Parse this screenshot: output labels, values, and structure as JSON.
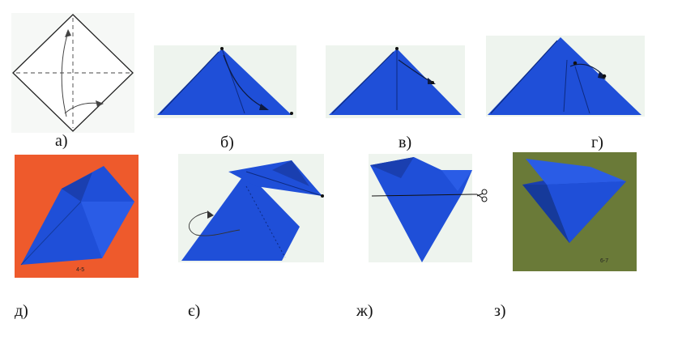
{
  "colors": {
    "paper_blue": "#1f4fd8",
    "paper_blue_dark": "#1a3fb0",
    "orange_background": "#ee5a2c",
    "green_background": "#6a7a38",
    "sketch_background": "#eef4ee"
  },
  "steps": [
    {
      "label": "а)"
    },
    {
      "label": "б)"
    },
    {
      "label": "в)"
    },
    {
      "label": "г)"
    },
    {
      "label": "д)",
      "photo_number": "4-5"
    },
    {
      "label": "є)"
    },
    {
      "label": "ж)",
      "icon": "scissors-icon"
    },
    {
      "label": "з)",
      "photo_number": "6-7"
    }
  ]
}
